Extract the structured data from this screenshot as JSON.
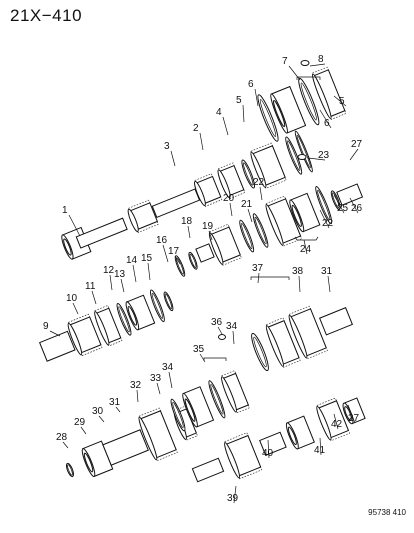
{
  "header": {
    "code": "21X−410"
  },
  "footer": {
    "ref": "95738 410"
  },
  "callouts": [
    "1",
    "2",
    "3",
    "4",
    "5",
    "6",
    "7",
    "8",
    "5",
    "6",
    "27",
    "23",
    "25",
    "26",
    "22",
    "24",
    "21",
    "22",
    "20",
    "19",
    "18",
    "17",
    "16",
    "15",
    "14",
    "13",
    "12",
    "11",
    "10",
    "9",
    "37",
    "38",
    "31",
    "36",
    "34",
    "35",
    "34",
    "33",
    "32",
    "31",
    "30",
    "29",
    "28",
    "39",
    "40",
    "41",
    "42",
    "27"
  ]
}
